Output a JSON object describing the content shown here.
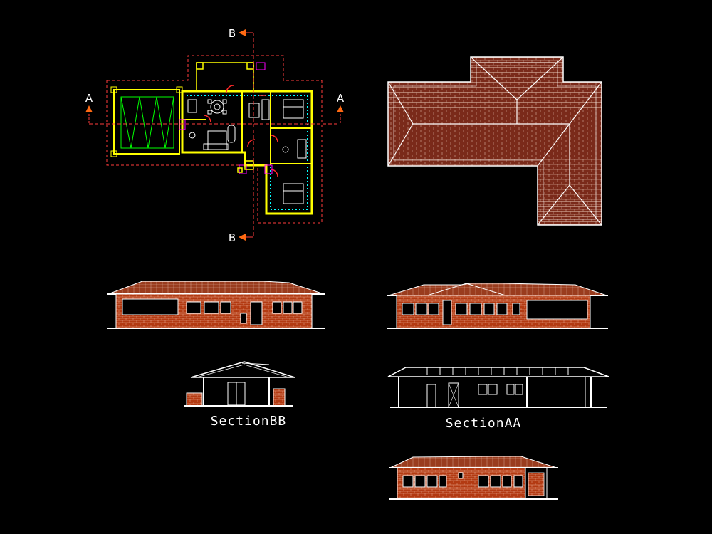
{
  "section_markers": {
    "a_left": "A",
    "a_right": "A",
    "b_top": "B",
    "b_bottom": "B"
  },
  "captions": {
    "section_bb": "SectionBB",
    "section_aa": "SectionAA"
  },
  "colors": {
    "background": "#000000",
    "linework": "#ffffff",
    "walls": "#ffff00",
    "section_line": "#ff3b3b",
    "arrow": "#ff6a13",
    "insulation": "#00ffff",
    "doors": "#ff2a2a",
    "windows": "#ff00ff",
    "shading": "#00ff00",
    "roof_tile": "#7a2a1a",
    "brick": "#b33a12"
  }
}
